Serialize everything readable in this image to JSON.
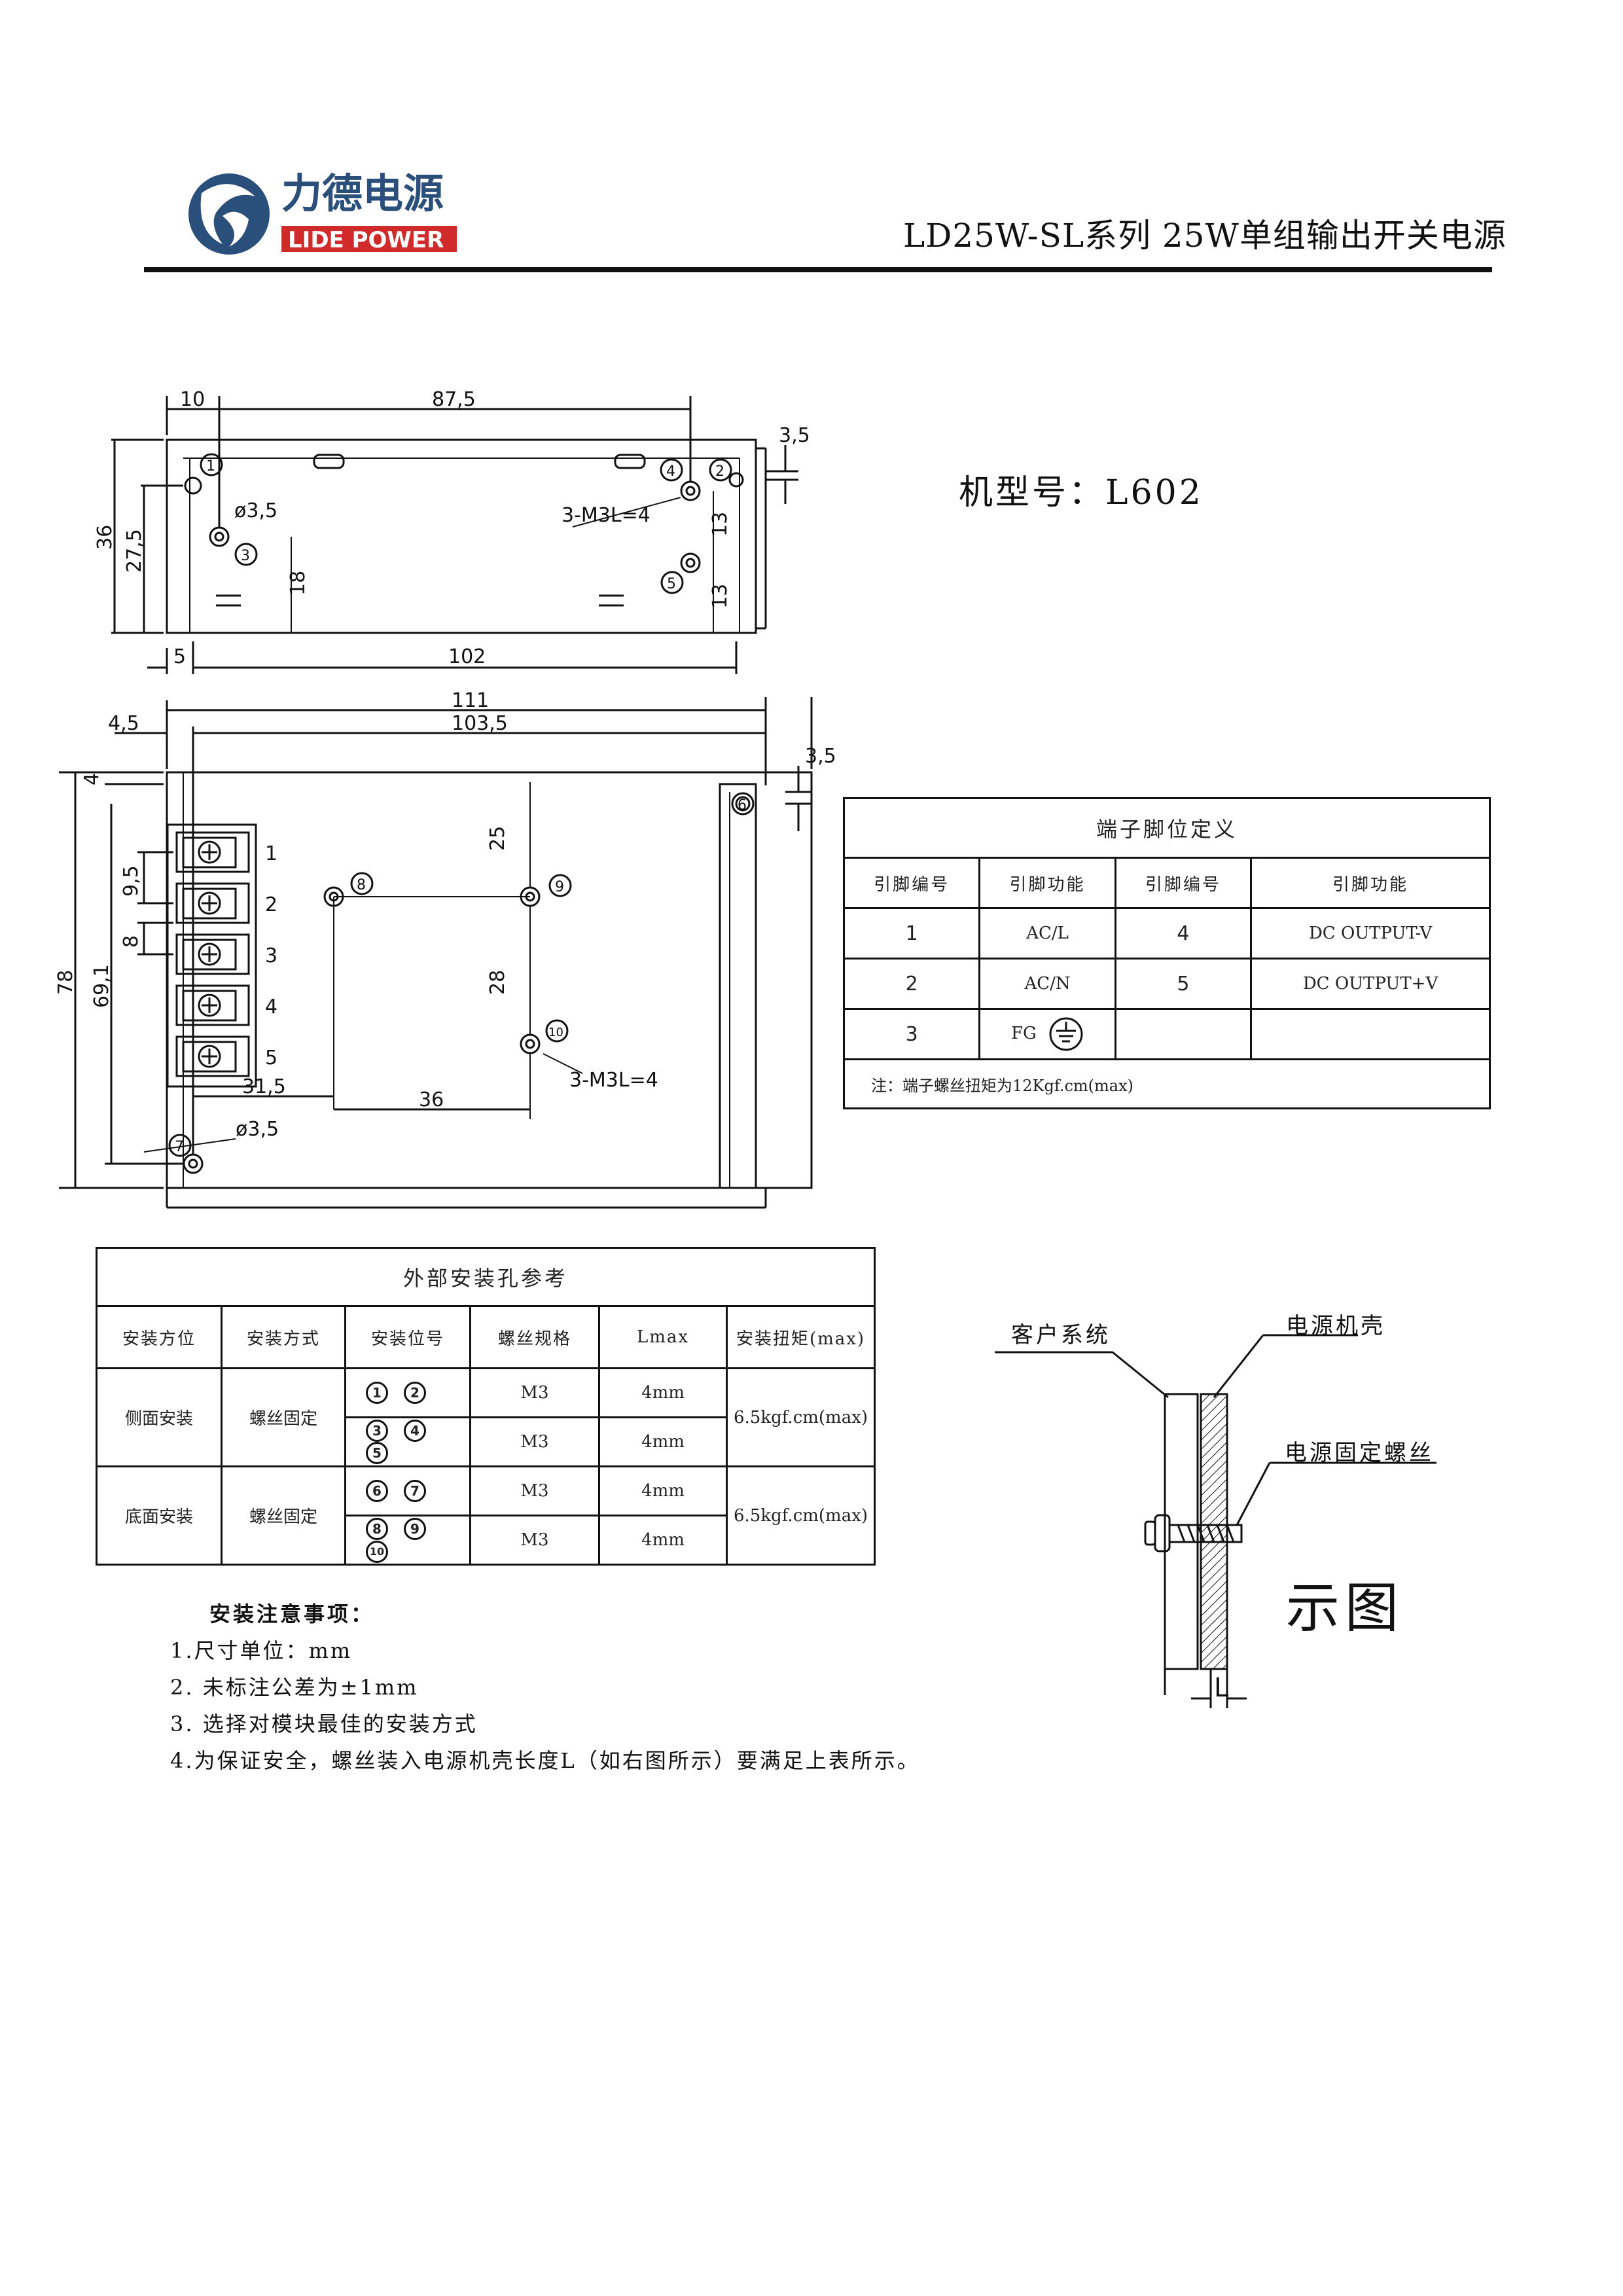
{
  "header": {
    "brand_cn": "力德电源",
    "brand_en": "LIDE POWER",
    "title": "LD25W-SL系列 25W单组输出开关电源",
    "colors": {
      "logo_blue": "#2a4f7a",
      "logo_red": "#d12a2a"
    }
  },
  "model": {
    "label": "机型号：L602"
  },
  "top_view": {
    "dims": [
      "10",
      "87,5",
      "3,5",
      "36",
      "27,5",
      "18",
      "13",
      "13",
      "5",
      "102"
    ],
    "hole_dia": "ø3,5",
    "screw_spec": "3-M3L=4",
    "markers": [
      "1",
      "2",
      "3",
      "4",
      "5"
    ]
  },
  "front_view": {
    "dims": [
      "111",
      "103,5",
      "4,5",
      "3,5",
      "4",
      "78",
      "69,1",
      "9,5",
      "8",
      "25",
      "28",
      "31,5",
      "36"
    ],
    "hole_dia": "ø3,5",
    "screw_spec": "3-M3L=4",
    "terminal_numbers": [
      "1",
      "2",
      "3",
      "4",
      "5"
    ],
    "markers": [
      "6",
      "7",
      "8",
      "9",
      "10"
    ]
  },
  "pin_table": {
    "caption": "端子脚位定义",
    "headers": [
      "引脚编号",
      "引脚功能",
      "引脚编号",
      "引脚功能"
    ],
    "rows": [
      [
        "1",
        "AC/L",
        "4",
        "DC OUTPUT-V"
      ],
      [
        "2",
        "AC/N",
        "5",
        "DC OUTPUT+V"
      ],
      [
        "3",
        "FG",
        "",
        ""
      ]
    ],
    "ground_icon": "ground-symbol-icon",
    "note": "注：端子螺丝扭矩为12Kgf.cm(max)"
  },
  "mount_table": {
    "caption": "外部安装孔参考",
    "headers": [
      "安装方位",
      "安装方式",
      "安装位号",
      "螺丝规格",
      "Lmax",
      "安装扭矩(max)"
    ],
    "groups": [
      {
        "position": "侧面安装",
        "method": "螺丝固定",
        "torque": "6.5kgf.cm(max)",
        "rows": [
          {
            "holes": [
              "1",
              "2"
            ],
            "screw": "M3",
            "lmax": "4mm"
          },
          {
            "holes": [
              "3",
              "4",
              "5"
            ],
            "screw": "M3",
            "lmax": "4mm"
          }
        ]
      },
      {
        "position": "底面安装",
        "method": "螺丝固定",
        "torque": "6.5kgf.cm(max)",
        "rows": [
          {
            "holes": [
              "6",
              "7"
            ],
            "screw": "M3",
            "lmax": "4mm"
          },
          {
            "holes": [
              "8",
              "9",
              "10"
            ],
            "screw": "M3",
            "lmax": "4mm"
          }
        ]
      }
    ]
  },
  "diagram": {
    "customer_system": "客户系统",
    "psu_case": "电源机壳",
    "psu_screw": "电源固定螺丝",
    "L": "L",
    "caption": "示图"
  },
  "notes": {
    "title": "安装注意事项：",
    "items": [
      "1.尺寸单位：mm",
      "2. 未标注公差为±1mm",
      "3. 选择对模块最佳的安装方式",
      "4.为保证安全，螺丝装入电源机壳长度L（如右图所示）要满足上表所示。"
    ]
  }
}
